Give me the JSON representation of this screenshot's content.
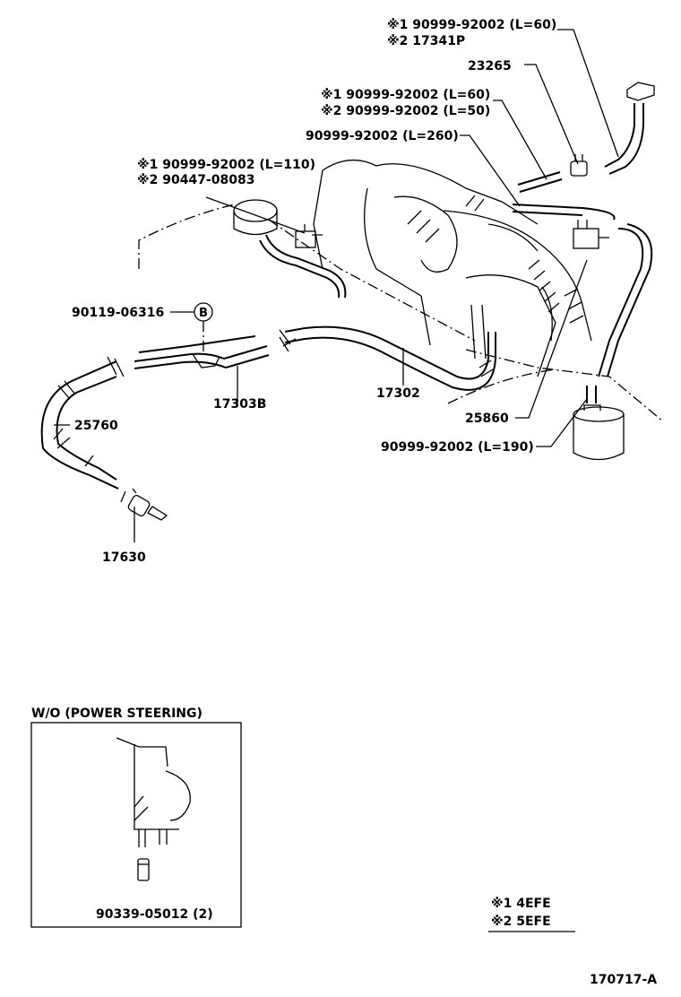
{
  "labels": {
    "hose_top_1": "※1  90999-92002 (L=60)",
    "hose_top_2": "※2  17341P",
    "part_23265": "23265",
    "hose_mid_1": "※1 90999-92002 (L=60)",
    "hose_mid_2": "※2 90999-92002 (L=50)",
    "hose_260": "90999-92002 (L=260)",
    "hose_left_1": "※1 90999-92002 (L=110)",
    "hose_left_2": "※2 90447-08083",
    "part_90119": "90119-06316",
    "marker_b": "B",
    "part_17303b": "17303B",
    "part_17302": "17302",
    "part_25760": "25760",
    "part_25860": "25860",
    "hose_190": "90999-92002 (L=190)",
    "part_17630": "17630",
    "inset_title": "W/O (POWER STEERING)",
    "inset_part": "90339-05012 (2)",
    "legend_1": "※1  4EFE",
    "legend_2": "※2  5EFE",
    "figure_id": "170717-A"
  }
}
